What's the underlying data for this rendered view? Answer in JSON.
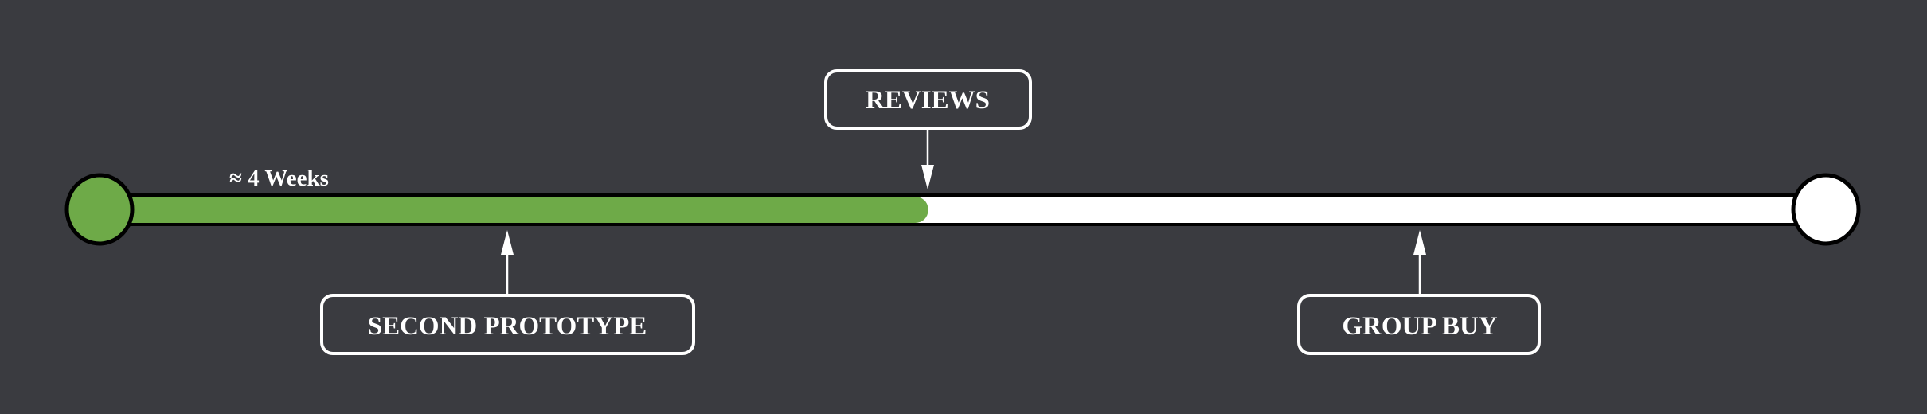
{
  "timeline": {
    "progress": 0.48,
    "duration_label": "≈ 4 Weeks",
    "milestones": {
      "reviews": "REVIEWS",
      "second_prototype": "SECOND PROTOTYPE",
      "group_buy": "GROUP BUY"
    }
  },
  "colors": {
    "background": "#3a3b40",
    "progress": "#6eaa48",
    "track": "#ffffff",
    "outline": "#000000"
  }
}
